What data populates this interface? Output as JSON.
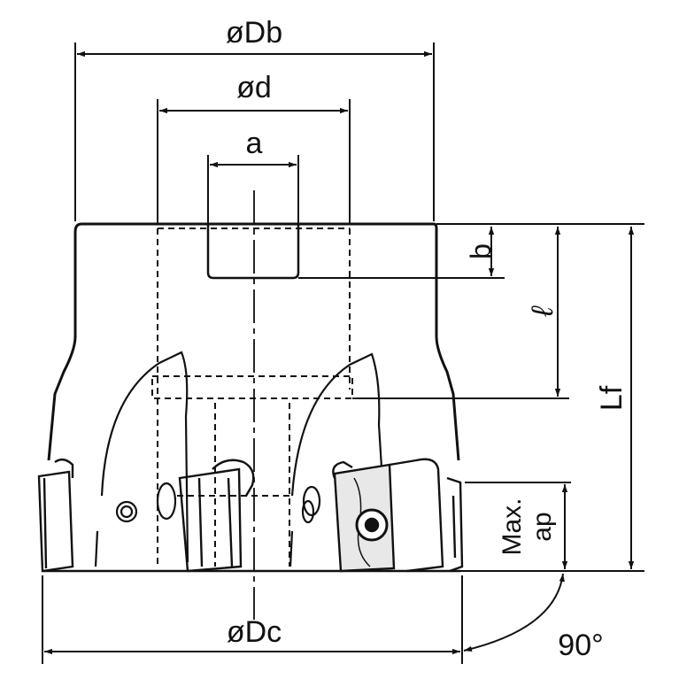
{
  "labels": {
    "db": "øDb",
    "d": "ød",
    "a": "a",
    "b": "b",
    "l": "ℓ",
    "lf": "Lf",
    "max": "Max.",
    "ap": "ap",
    "dc": "øDc",
    "angle": "90°"
  },
  "colors": {
    "line": "#111111",
    "background": "#ffffff"
  }
}
